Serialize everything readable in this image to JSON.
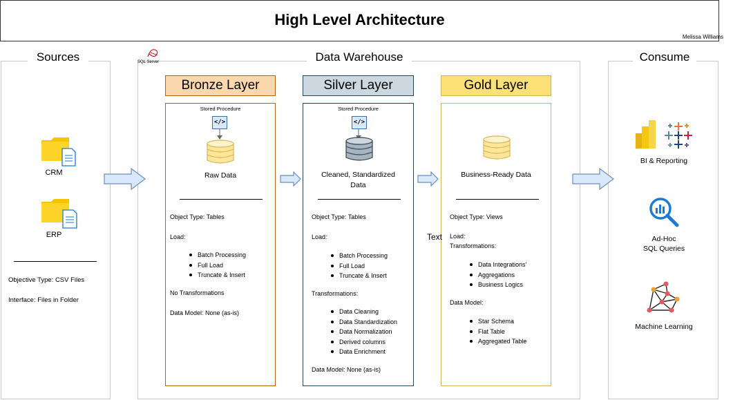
{
  "title": "High Level Architecture",
  "author": "Melissa Williams",
  "sections": {
    "sources": "Sources",
    "warehouse": "Data Warehouse",
    "consume": "Consume"
  },
  "sql_server_label": "SQL Server",
  "sources": {
    "items": [
      "CRM",
      "ERP"
    ],
    "object_type": "Objective Type: CSV Files",
    "interface": "Interface: Files in Folder"
  },
  "bronze": {
    "title": "Bronze Layer",
    "procedure": "Stored Procedure",
    "code": "</>",
    "data_label": "Raw Data",
    "object_type": "Object Type: Tables",
    "load_label": "Load:",
    "load_items": [
      "Batch Processing",
      "Full Load",
      "Truncate & Insert"
    ],
    "transformations": "No Transformations",
    "data_model": "Data Model: None (as-is)"
  },
  "silver": {
    "title": "Silver Layer",
    "procedure": "Stored Procedure",
    "code": "</>",
    "data_label_1": "Cleaned, Standardized",
    "data_label_2": "Data",
    "object_type": "Object Type: Tables",
    "load_label": "Load:",
    "load_items": [
      "Batch Processing",
      "Full Load",
      "Truncate & Insert"
    ],
    "transformations_label": "Transformations:",
    "transformation_items": [
      "Data Cleaning",
      "Data Standardization",
      "Data Normalization",
      "Derived columns",
      "Data Enrichment"
    ],
    "data_model": "Data Model: None (as-is)"
  },
  "gold": {
    "title": "Gold Layer",
    "data_label": "Business-Ready Data",
    "object_type": "Object Type: Views",
    "load_label": "Load:",
    "transformations_label": "Transformations:",
    "transformation_items": [
      "Data Integrations'",
      "Aggregations",
      "Business Logics"
    ],
    "data_model_label": "Data Model:",
    "data_model_items": [
      "Star Schema",
      "Flat Table",
      "Aggregated Table"
    ]
  },
  "stray_text": "Text",
  "consume": {
    "bi": "BI & Reporting",
    "adhoc_1": "Ad-Hoc",
    "adhoc_2": "SQL Queries",
    "ml": "Machine Learning"
  },
  "colors": {
    "bronze_head": "#fad7ac",
    "bronze_border": "#b46504",
    "silver_head": "#cdd7df",
    "silver_border": "#23445d",
    "gold_head": "#fbe077",
    "gold_border": "#d6b656",
    "arrow_fill": "#dae8fc",
    "arrow_stroke": "#6c8ebf",
    "folder": "#f5c400"
  }
}
